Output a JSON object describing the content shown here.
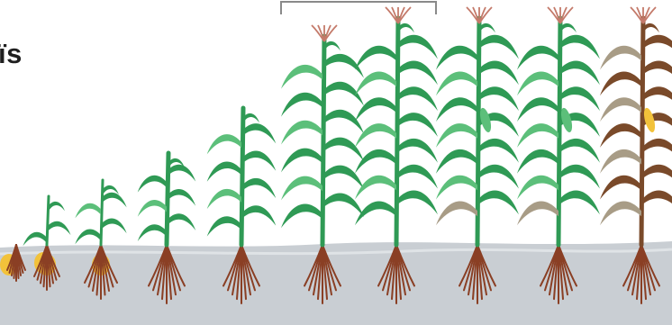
{
  "title_fragment": "ïs",
  "stages": [
    {
      "id": "seed",
      "leaf_pairs": 0,
      "has_tassel": false,
      "has_cob": false
    },
    {
      "id": "emergence",
      "leaf_pairs": 1,
      "has_tassel": false,
      "has_cob": false
    },
    {
      "id": "v2",
      "leaf_pairs": 2,
      "has_tassel": false,
      "has_cob": false
    },
    {
      "id": "v4",
      "leaf_pairs": 3,
      "has_tassel": false,
      "has_cob": false
    },
    {
      "id": "v6",
      "leaf_pairs": 4,
      "has_tassel": false,
      "has_cob": false
    },
    {
      "id": "v10",
      "leaf_pairs": 6,
      "has_tassel": true,
      "has_cob": false
    },
    {
      "id": "tasseling",
      "leaf_pairs": 7,
      "has_tassel": true,
      "has_cob": false
    },
    {
      "id": "silking",
      "leaf_pairs": 7,
      "has_tassel": true,
      "has_cob": true
    },
    {
      "id": "grain-fill",
      "leaf_pairs": 7,
      "has_tassel": true,
      "has_cob": true
    },
    {
      "id": "maturity",
      "leaf_pairs": 7,
      "has_tassel": true,
      "has_cob": true
    }
  ],
  "colors": {
    "leaf_green": "#2f9a55",
    "leaf_light": "#5cbf7a",
    "leaf_dry": "#a89c86",
    "stalk_brown": "#7a4a2a",
    "root_brown": "#8a3f24",
    "seed_yellow": "#f2c23a",
    "soil": "#c9ced3",
    "tassel": "#c47a6a"
  }
}
